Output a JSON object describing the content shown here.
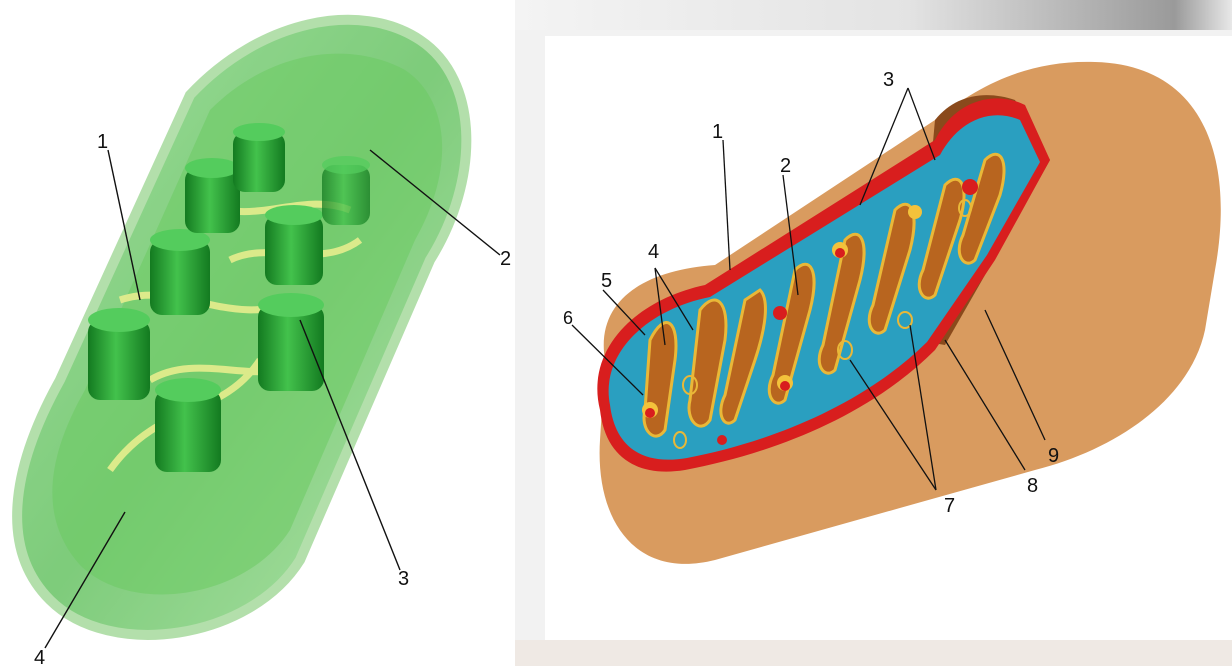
{
  "left_diagram": {
    "labels": [
      "1",
      "2",
      "3",
      "4"
    ]
  },
  "right_diagram": {
    "labels": [
      "1",
      "2",
      "3",
      "4",
      "5",
      "6",
      "7",
      "8",
      "9"
    ]
  },
  "colors": {
    "chloroplast_green": "#3fb24a",
    "grana_green": "#1e8f2a",
    "outer_membrane_tan": "#d99b5f",
    "inner_membrane_red": "#d81e1e",
    "matrix_blue": "#2a9fc0",
    "cristae_yellow": "#e9b838"
  }
}
